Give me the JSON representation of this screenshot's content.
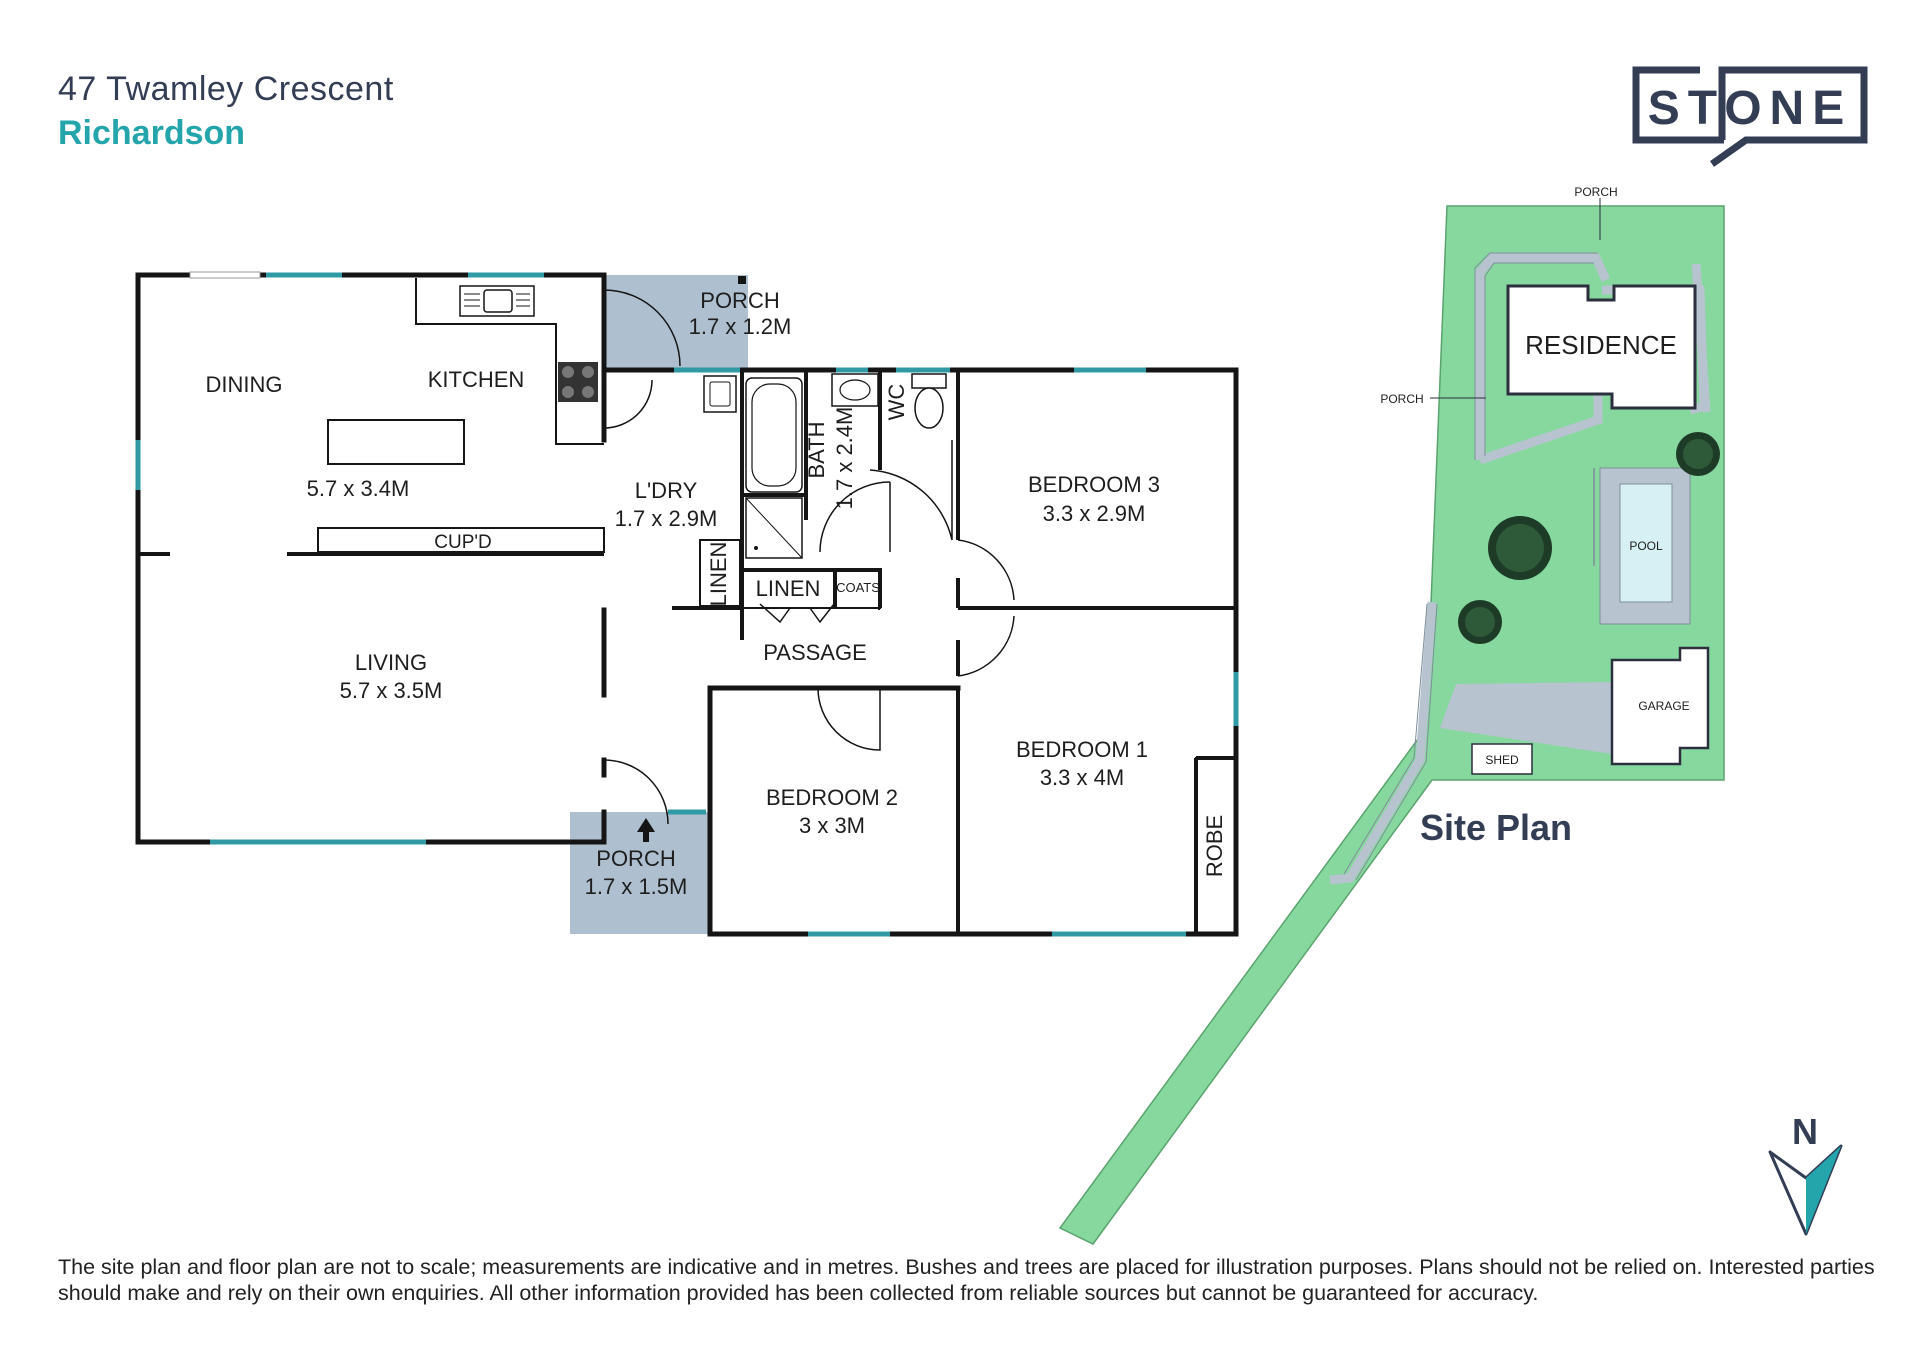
{
  "header": {
    "street": "47 Twamley Crescent",
    "suburb": "Richardson"
  },
  "brand": {
    "logo_text": "STONE"
  },
  "colors": {
    "accent": "#24a5ac",
    "wall": "#151515",
    "window": "#2f9aa6",
    "porch_fill": "#aebfcf",
    "lawn": "#86d89e",
    "building_grey": "#b7c3cf",
    "navy": "#333e55"
  },
  "floor_plan": {
    "rooms": {
      "dining": {
        "name": "DINING"
      },
      "kitchen": {
        "name": "KITCHEN"
      },
      "dining_kitchen_size": "5.7 x 3.4M",
      "cupd": {
        "name": "CUP'D"
      },
      "living": {
        "name": "LIVING",
        "size": "5.7 x 3.5M"
      },
      "porch_top": {
        "name": "PORCH",
        "size": "1.7 x 1.2M"
      },
      "laundry": {
        "name": "L'DRY",
        "size": "1.7 x 2.9M"
      },
      "bath": {
        "name": "BATH",
        "size": "1.7 x 2.4M"
      },
      "wc": {
        "name": "WC"
      },
      "linen_vertical": {
        "name": "LINEN"
      },
      "linen": {
        "name": "LINEN"
      },
      "coats": {
        "name": "COATS"
      },
      "passage": {
        "name": "PASSAGE"
      },
      "bedroom3": {
        "name": "BEDROOM 3",
        "size": "3.3 x 2.9M"
      },
      "bedroom1": {
        "name": "BEDROOM 1",
        "size": "3.3 x 4M"
      },
      "bedroom2": {
        "name": "BEDROOM 2",
        "size": "3 x 3M"
      },
      "robe": {
        "name": "ROBE"
      },
      "porch_bottom": {
        "name": "PORCH",
        "size": "1.7 x 1.5M"
      }
    }
  },
  "site_plan": {
    "title": "Site Plan",
    "labels": {
      "porch_top": "PORCH",
      "porch_side": "PORCH",
      "residence": "RESIDENCE",
      "pool": "POOL",
      "garage": "GARAGE",
      "shed": "SHED"
    }
  },
  "north_arrow": {
    "label": "N"
  },
  "disclaimer": "The site plan and floor plan are not to scale; measurements are indicative and in metres. Bushes and trees are placed for illustration purposes. Plans should not be relied on. Interested parties should make and rely on their own enquiries. All other information provided has been collected from reliable sources but cannot be guaranteed for accuracy."
}
